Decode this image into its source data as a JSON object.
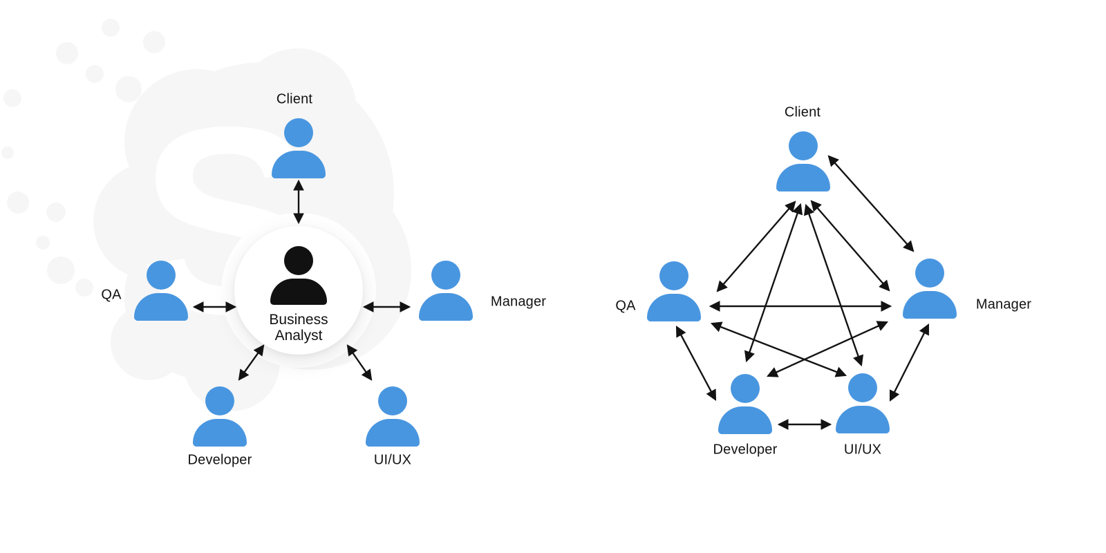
{
  "colors": {
    "person_blue": "#4996E0",
    "person_black": "#111111",
    "arrow": "#131313",
    "label_text": "#121212",
    "watermark_gray": "#f6f6f6",
    "center_circle_bg": "#ffffff",
    "page_bg": "#ffffff"
  },
  "watermark": {
    "letter": "S"
  },
  "left_diagram": {
    "type": "hub-and-spoke",
    "center_node": {
      "id": "business-analyst",
      "label_line1": "Business",
      "label_line2": "Analyst"
    },
    "nodes": [
      {
        "id": "client",
        "label": "Client"
      },
      {
        "id": "qa",
        "label": "QA"
      },
      {
        "id": "manager",
        "label": "Manager"
      },
      {
        "id": "developer",
        "label": "Developer"
      },
      {
        "id": "uiux",
        "label": "UI/UX"
      }
    ],
    "edges": [
      {
        "from": "business-analyst",
        "to": "client",
        "bidirectional": true
      },
      {
        "from": "business-analyst",
        "to": "qa",
        "bidirectional": true
      },
      {
        "from": "business-analyst",
        "to": "manager",
        "bidirectional": true
      },
      {
        "from": "business-analyst",
        "to": "developer",
        "bidirectional": true
      },
      {
        "from": "business-analyst",
        "to": "uiux",
        "bidirectional": true
      }
    ]
  },
  "right_diagram": {
    "type": "full-mesh",
    "nodes": [
      {
        "id": "client",
        "label": "Client"
      },
      {
        "id": "qa",
        "label": "QA"
      },
      {
        "id": "manager",
        "label": "Manager"
      },
      {
        "id": "developer",
        "label": "Developer"
      },
      {
        "id": "uiux",
        "label": "UI/UX"
      }
    ],
    "edges": [
      {
        "from": "client",
        "to": "qa",
        "bidirectional": true
      },
      {
        "from": "client",
        "to": "developer",
        "bidirectional": true
      },
      {
        "from": "client",
        "to": "uiux",
        "bidirectional": true
      },
      {
        "from": "client",
        "to": "manager",
        "bidirectional": true,
        "variant": "inner"
      },
      {
        "from": "client",
        "to": "manager",
        "bidirectional": true,
        "variant": "outer"
      },
      {
        "from": "qa",
        "to": "manager",
        "bidirectional": true
      },
      {
        "from": "qa",
        "to": "developer",
        "bidirectional": true
      },
      {
        "from": "qa",
        "to": "uiux",
        "bidirectional": true
      },
      {
        "from": "manager",
        "to": "developer",
        "bidirectional": true
      },
      {
        "from": "manager",
        "to": "uiux",
        "bidirectional": true
      },
      {
        "from": "developer",
        "to": "uiux",
        "bidirectional": true
      }
    ]
  }
}
